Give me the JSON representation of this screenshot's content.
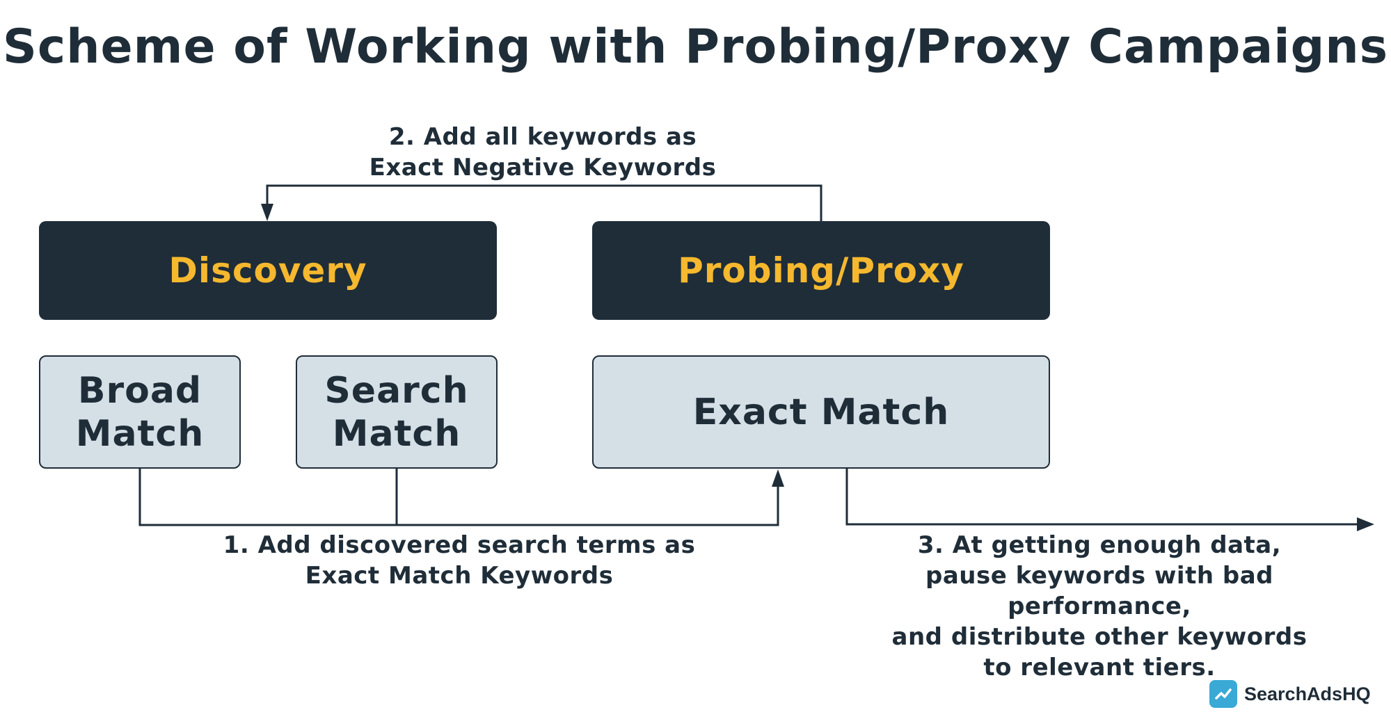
{
  "title": "Scheme of Working with Probing/Proxy Campaigns",
  "boxes": {
    "discovery": "Discovery",
    "probing": "Probing/Proxy",
    "broad_match": [
      "Broad",
      "Match"
    ],
    "search_match": [
      "Search",
      "Match"
    ],
    "exact_match": "Exact Match"
  },
  "notes": {
    "step1": [
      "1. Add discovered search terms as",
      "Exact Match Keywords"
    ],
    "step2": [
      "2. Add all keywords as",
      "Exact Negative Keywords"
    ],
    "step3": [
      "3. At getting enough data,",
      "pause keywords with bad performance,",
      "and distribute other keywords",
      "to relevant tiers."
    ]
  },
  "brand": {
    "name": "SearchAdsHQ",
    "icon": "trend-chart-icon"
  },
  "colors": {
    "dark": "#1f2d38",
    "accent": "#f5b82e",
    "light_box": "#d5dfe6",
    "brand": "#3aa9d6"
  }
}
